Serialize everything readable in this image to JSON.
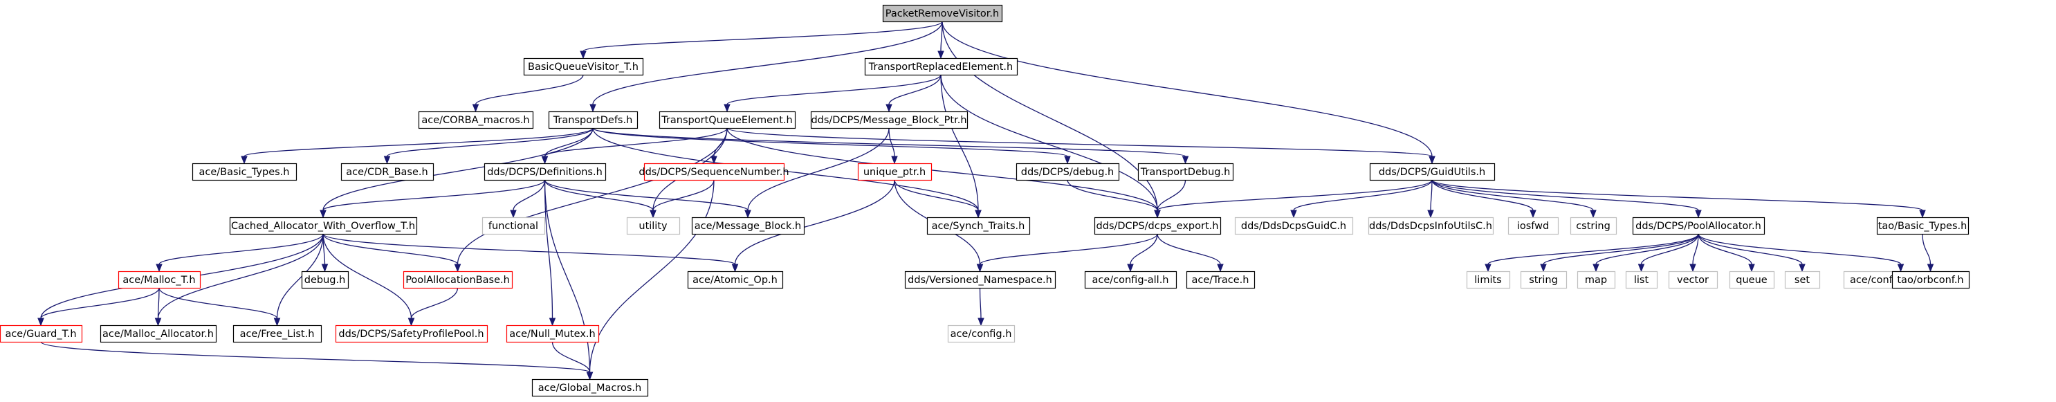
{
  "graph": {
    "title": "PacketRemoveVisitor.h",
    "colors": {
      "root_fill": "#bfbfbf",
      "normal_border": "#000000",
      "missing_border": "#ff0000",
      "system_border": "#bfbfbf",
      "system_text": "#7f7f7f",
      "edge": "#191970"
    },
    "nodes": [
      {
        "id": "root",
        "label": "PacketRemoveVisitor.h",
        "kind": "root"
      },
      {
        "id": "bqv",
        "label": "BasicQueueVisitor_T.h",
        "kind": "normal"
      },
      {
        "id": "tre",
        "label": "TransportReplacedElement.h",
        "kind": "normal"
      },
      {
        "id": "corba",
        "label": "ace/CORBA_macros.h",
        "kind": "normal"
      },
      {
        "id": "tdefs",
        "label": "TransportDefs.h",
        "kind": "normal"
      },
      {
        "id": "tqe",
        "label": "TransportQueueElement.h",
        "kind": "normal"
      },
      {
        "id": "mbp",
        "label": "dds/DCPS/Message_Block_Ptr.h",
        "kind": "normal"
      },
      {
        "id": "basic_types",
        "label": "ace/Basic_Types.h",
        "kind": "normal"
      },
      {
        "id": "cdr",
        "label": "ace/CDR_Base.h",
        "kind": "normal"
      },
      {
        "id": "defs",
        "label": "dds/DCPS/Definitions.h",
        "kind": "normal"
      },
      {
        "id": "seqnum",
        "label": "dds/DCPS/SequenceNumber.h",
        "kind": "missing"
      },
      {
        "id": "uptr",
        "label": "unique_ptr.h",
        "kind": "missing"
      },
      {
        "id": "debug",
        "label": "dds/DCPS/debug.h",
        "kind": "normal"
      },
      {
        "id": "tdebug",
        "label": "TransportDebug.h",
        "kind": "normal"
      },
      {
        "id": "guid",
        "label": "dds/DCPS/GuidUtils.h",
        "kind": "normal"
      },
      {
        "id": "cawo",
        "label": "Cached_Allocator_With_Overflow_T.h",
        "kind": "normal"
      },
      {
        "id": "functional",
        "label": "functional",
        "kind": "system"
      },
      {
        "id": "utility",
        "label": "utility",
        "kind": "system"
      },
      {
        "id": "msgblock",
        "label": "ace/Message_Block.h",
        "kind": "normal"
      },
      {
        "id": "synch",
        "label": "ace/Synch_Traits.h",
        "kind": "normal"
      },
      {
        "id": "export",
        "label": "dds/DCPS/dcps_export.h",
        "kind": "normal"
      },
      {
        "id": "ddsguidc",
        "label": "dds/DdsDcpsGuidC.h",
        "kind": "system"
      },
      {
        "id": "ddsinfo",
        "label": "dds/DdsDcpsInfoUtilsC.h",
        "kind": "system"
      },
      {
        "id": "iosfwd",
        "label": "iosfwd",
        "kind": "system"
      },
      {
        "id": "cstring",
        "label": "cstring",
        "kind": "system"
      },
      {
        "id": "poolalloc",
        "label": "dds/DCPS/PoolAllocator.h",
        "kind": "normal"
      },
      {
        "id": "taobt",
        "label": "tao/Basic_Types.h",
        "kind": "normal"
      },
      {
        "id": "malloc_t",
        "label": "ace/Malloc_T.h",
        "kind": "missing"
      },
      {
        "id": "debug2",
        "label": "debug.h",
        "kind": "normal"
      },
      {
        "id": "pab",
        "label": "PoolAllocationBase.h",
        "kind": "missing"
      },
      {
        "id": "atomic",
        "label": "ace/Atomic_Op.h",
        "kind": "normal"
      },
      {
        "id": "vns",
        "label": "dds/Versioned_Namespace.h",
        "kind": "normal"
      },
      {
        "id": "configall",
        "label": "ace/config-all.h",
        "kind": "normal"
      },
      {
        "id": "trace",
        "label": "ace/Trace.h",
        "kind": "normal"
      },
      {
        "id": "limits",
        "label": "limits",
        "kind": "system"
      },
      {
        "id": "string",
        "label": "string",
        "kind": "system"
      },
      {
        "id": "map",
        "label": "map",
        "kind": "system"
      },
      {
        "id": "list",
        "label": "list",
        "kind": "system"
      },
      {
        "id": "vector",
        "label": "vector",
        "kind": "system"
      },
      {
        "id": "queue",
        "label": "queue",
        "kind": "system"
      },
      {
        "id": "set",
        "label": "set",
        "kind": "system"
      },
      {
        "id": "configmacros",
        "label": "ace/config-macros.h",
        "kind": "system"
      },
      {
        "id": "orbconf",
        "label": "tao/orbconf.h",
        "kind": "normal"
      },
      {
        "id": "guard",
        "label": "ace/Guard_T.h",
        "kind": "missing"
      },
      {
        "id": "mallocalloc",
        "label": "ace/Malloc_Allocator.h",
        "kind": "normal"
      },
      {
        "id": "freelist",
        "label": "ace/Free_List.h",
        "kind": "normal"
      },
      {
        "id": "spp",
        "label": "dds/DCPS/SafetyProfilePool.h",
        "kind": "missing"
      },
      {
        "id": "nullmutex",
        "label": "ace/Null_Mutex.h",
        "kind": "missing"
      },
      {
        "id": "config",
        "label": "ace/config.h",
        "kind": "system"
      },
      {
        "id": "globalmacros",
        "label": "ace/Global_Macros.h",
        "kind": "normal"
      }
    ],
    "edges": [
      [
        "root",
        "bqv"
      ],
      [
        "root",
        "tre"
      ],
      [
        "root",
        "tdefs"
      ],
      [
        "root",
        "export"
      ],
      [
        "root",
        "guid"
      ],
      [
        "bqv",
        "corba"
      ],
      [
        "tre",
        "tqe"
      ],
      [
        "tre",
        "mbp"
      ],
      [
        "tre",
        "synch"
      ],
      [
        "tre",
        "export"
      ],
      [
        "tdefs",
        "basic_types"
      ],
      [
        "tdefs",
        "cdr"
      ],
      [
        "tdefs",
        "defs"
      ],
      [
        "tdefs",
        "debug"
      ],
      [
        "tdefs",
        "tdebug"
      ],
      [
        "tdefs",
        "cawo"
      ],
      [
        "tdefs",
        "synch"
      ],
      [
        "tqe",
        "defs"
      ],
      [
        "tqe",
        "seqnum"
      ],
      [
        "tqe",
        "guid"
      ],
      [
        "tqe",
        "utility"
      ],
      [
        "tqe",
        "pab"
      ],
      [
        "tqe",
        "export"
      ],
      [
        "mbp",
        "uptr"
      ],
      [
        "mbp",
        "msgblock"
      ],
      [
        "defs",
        "cawo"
      ],
      [
        "defs",
        "functional"
      ],
      [
        "defs",
        "utility"
      ],
      [
        "defs",
        "msgblock"
      ],
      [
        "defs",
        "nullmutex"
      ],
      [
        "defs",
        "globalmacros"
      ],
      [
        "seqnum",
        "utility"
      ],
      [
        "seqnum",
        "globalmacros"
      ],
      [
        "uptr",
        "synch"
      ],
      [
        "uptr",
        "atomic"
      ],
      [
        "uptr",
        "vns"
      ],
      [
        "debug",
        "export"
      ],
      [
        "tdebug",
        "export"
      ],
      [
        "guid",
        "export"
      ],
      [
        "guid",
        "ddsguidc"
      ],
      [
        "guid",
        "ddsinfo"
      ],
      [
        "guid",
        "iosfwd"
      ],
      [
        "guid",
        "cstring"
      ],
      [
        "guid",
        "poolalloc"
      ],
      [
        "guid",
        "taobt"
      ],
      [
        "cawo",
        "malloc_t"
      ],
      [
        "cawo",
        "debug2"
      ],
      [
        "cawo",
        "pab"
      ],
      [
        "cawo",
        "atomic"
      ],
      [
        "cawo",
        "guard"
      ],
      [
        "cawo",
        "mallocalloc"
      ],
      [
        "cawo",
        "freelist"
      ],
      [
        "cawo",
        "spp"
      ],
      [
        "export",
        "vns"
      ],
      [
        "export",
        "configall"
      ],
      [
        "export",
        "trace"
      ],
      [
        "poolalloc",
        "limits"
      ],
      [
        "poolalloc",
        "string"
      ],
      [
        "poolalloc",
        "map"
      ],
      [
        "poolalloc",
        "list"
      ],
      [
        "poolalloc",
        "vector"
      ],
      [
        "poolalloc",
        "queue"
      ],
      [
        "poolalloc",
        "set"
      ],
      [
        "poolalloc",
        "configmacros"
      ],
      [
        "taobt",
        "orbconf"
      ],
      [
        "malloc_t",
        "guard"
      ],
      [
        "malloc_t",
        "mallocalloc"
      ],
      [
        "malloc_t",
        "freelist"
      ],
      [
        "pab",
        "spp"
      ],
      [
        "vns",
        "config"
      ],
      [
        "nullmutex",
        "globalmacros"
      ],
      [
        "guard",
        "globalmacros"
      ]
    ]
  }
}
